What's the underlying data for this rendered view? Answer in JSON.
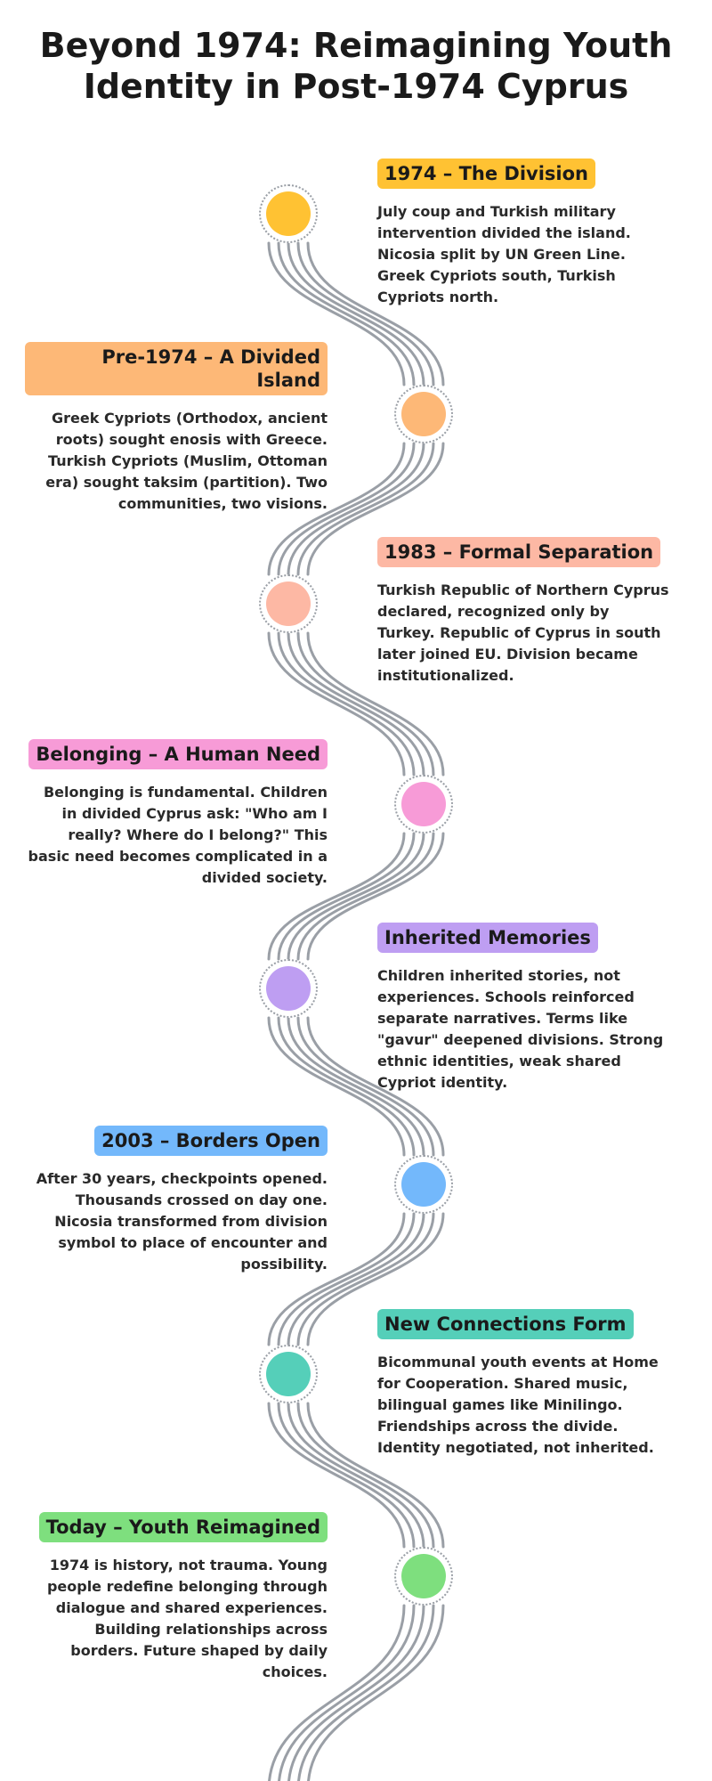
{
  "title": "Beyond 1974: Reimagining Youth Identity in Post-1974 Cyprus",
  "events": [
    {
      "label": "1974 – The Division",
      "color": "#FFC233",
      "description": "July coup and Turkish military intervention divided the island. Nicosia split by UN Green Line. Greek Cypriots south, Turkish Cypriots north."
    },
    {
      "label": "Pre-1974 – A Divided Island",
      "color": "#FDB877",
      "description": "Greek Cypriots (Orthodox, ancient roots) sought enosis with Greece. Turkish Cypriots (Muslim, Ottoman era) sought taksim (partition). Two communities, two visions."
    },
    {
      "label": "1983 – Formal Separation",
      "color": "#FDB8A4",
      "description": "Turkish Republic of Northern Cyprus declared, recognized only by Turkey. Republic of Cyprus in south later joined EU. Division became institutionalized."
    },
    {
      "label": "Belonging – A Human Need",
      "color": "#F79BD7",
      "description": "Belonging is fundamental. Children in divided Cyprus ask: \"Who am I really? Where do I belong?\" This basic need becomes complicated in a divided society."
    },
    {
      "label": "Inherited Memories",
      "color": "#BE9EF2",
      "description": "Children inherited stories, not experiences. Schools reinforced separate narratives. Terms like \"gavur\" deepened divisions. Strong ethnic identities, weak shared Cypriot identity."
    },
    {
      "label": "2003 – Borders Open",
      "color": "#73B8FB",
      "description": "After 30 years, checkpoints opened. Thousands crossed on day one. Nicosia transformed from division symbol to place of encounter and possibility."
    },
    {
      "label": "New Connections Form",
      "color": "#55CFB9",
      "description": "Bicommunal youth events at Home for Cooperation. Shared music, bilingual games like Minilingo. Friendships across the divide. Identity negotiated, not inherited."
    },
    {
      "label": "Today – Youth Reimagined",
      "color": "#7EDF7E",
      "description": "1974 is history, not trauma. Young people redefine belonging through dialogue and shared experiences. Building relationships across borders. Future shaped by daily choices."
    }
  ],
  "road_color": "#9A9FA6"
}
